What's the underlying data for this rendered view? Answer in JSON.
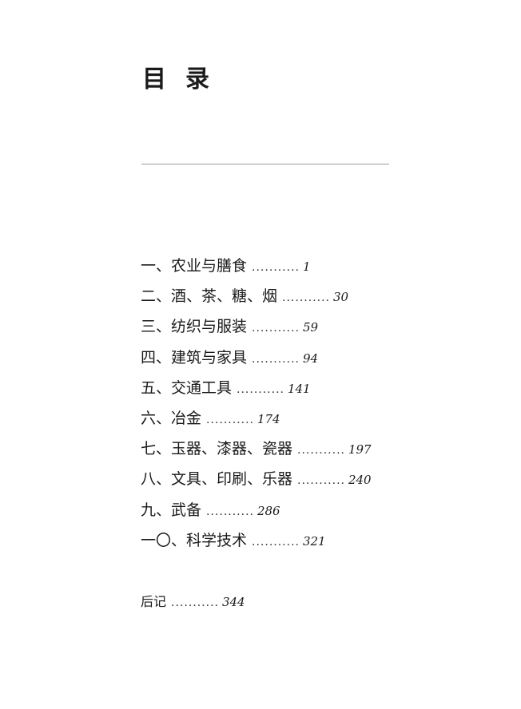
{
  "title": "目录",
  "title_chars": [
    "目",
    "录"
  ],
  "leader": "...........",
  "entries": [
    {
      "label": "一、农业与膳食",
      "page": "1"
    },
    {
      "label": "二、酒、茶、糖、烟",
      "page": "30"
    },
    {
      "label": "三、纺织与服装",
      "page": "59"
    },
    {
      "label": "四、建筑与家具",
      "page": "94"
    },
    {
      "label": "五、交通工具",
      "page": "141"
    },
    {
      "label": "六、冶金",
      "page": "174"
    },
    {
      "label": "七、玉器、漆器、瓷器",
      "page": "197"
    },
    {
      "label": "八、文具、印刷、乐器",
      "page": "240"
    },
    {
      "label": "九、武备",
      "page": "286"
    },
    {
      "label": "一〇、科学技术",
      "page": "321"
    }
  ],
  "afterword": {
    "label": "后记",
    "page": "344"
  }
}
